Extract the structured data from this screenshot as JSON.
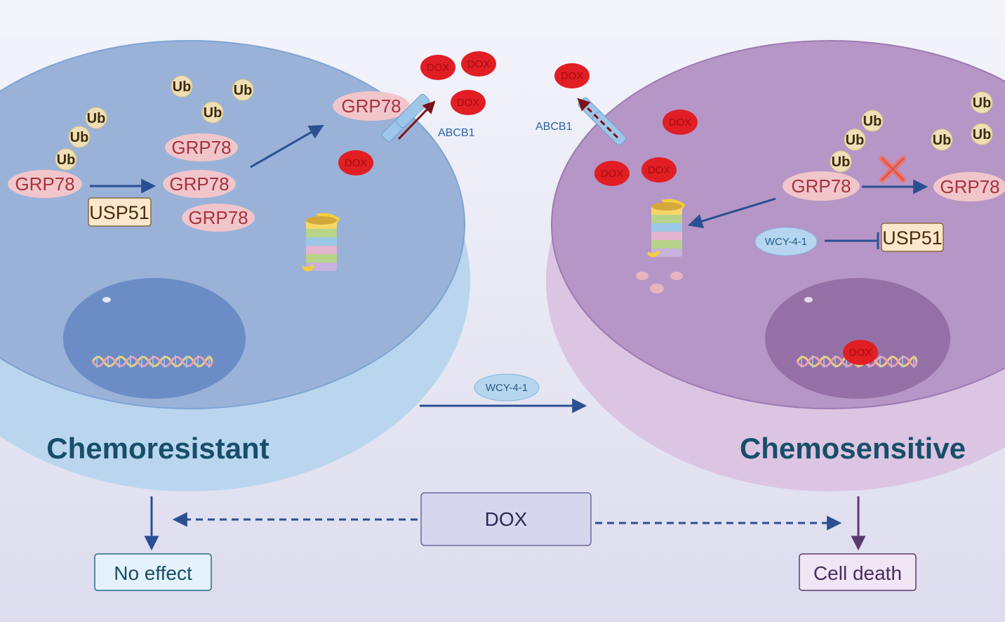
{
  "labels": {
    "grp78": "GRP78",
    "ub": "Ub",
    "dox": "DOX",
    "abcb1": "ABCB1",
    "usp51": "USP51",
    "wcy": "WCY-4-1",
    "chemoresistant": "Chemoresistant",
    "chemosensitive": "Chemosensitive",
    "dox_center": "DOX",
    "no_effect": "No effect",
    "cell_death": "Cell death"
  },
  "colors": {
    "left_cell": "#9ab2d8",
    "left_rim": "#bad6ee",
    "right_cell": "#b596c6",
    "right_rim": "#dcc5e2",
    "grp_fill": "#f1c6cb",
    "ub_fill": "#f0dfb4",
    "dox_fill": "#e01e24",
    "arrow_blue": "#2a4f92",
    "arrow_purple": "#5b3a70"
  }
}
